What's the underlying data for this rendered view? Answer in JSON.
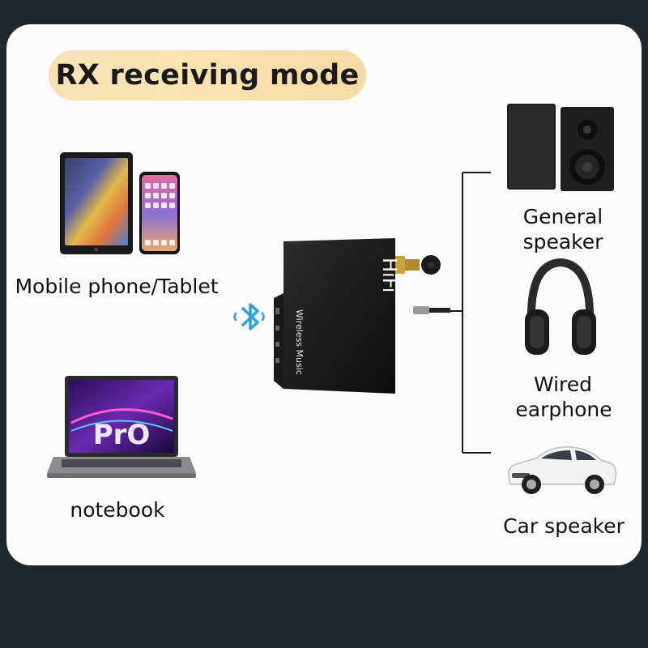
{
  "title": "RX receiving mode",
  "sources": {
    "mobile_label": "Mobile phone/Tablet",
    "notebook_label": "notebook"
  },
  "device": {
    "brand": "HiFi",
    "side_text": "Wireless Music"
  },
  "outputs": {
    "speaker_label_line1": "General",
    "speaker_label_line2": "speaker",
    "earphone_label_line1": "Wired",
    "earphone_label_line2": "earphone",
    "car_label": "Car speaker"
  },
  "icons": {
    "bluetooth": "bluetooth-icon"
  },
  "colors": {
    "background": "#1f272e",
    "panel": "#fbfbfb",
    "title_pill": "#f6e0aa",
    "bluetooth": "#2aa1e8"
  }
}
